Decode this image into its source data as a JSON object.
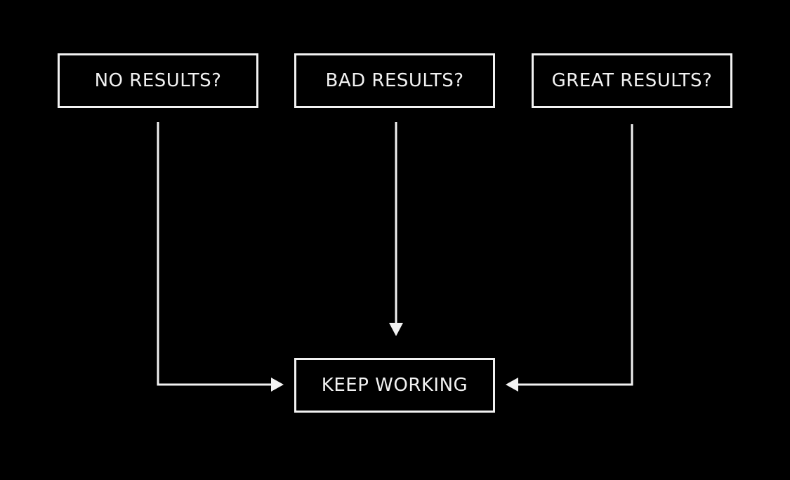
{
  "diagram": {
    "nodes": {
      "no_results": "NO RESULTS?",
      "bad_results": "BAD RESULTS?",
      "great_results": "GREAT RESULTS?",
      "keep_working": "KEEP WORKING"
    },
    "edges": [
      {
        "from": "no_results",
        "to": "keep_working"
      },
      {
        "from": "bad_results",
        "to": "keep_working"
      },
      {
        "from": "great_results",
        "to": "keep_working"
      }
    ],
    "colors": {
      "background": "#000000",
      "foreground": "#f2f2f2"
    }
  }
}
